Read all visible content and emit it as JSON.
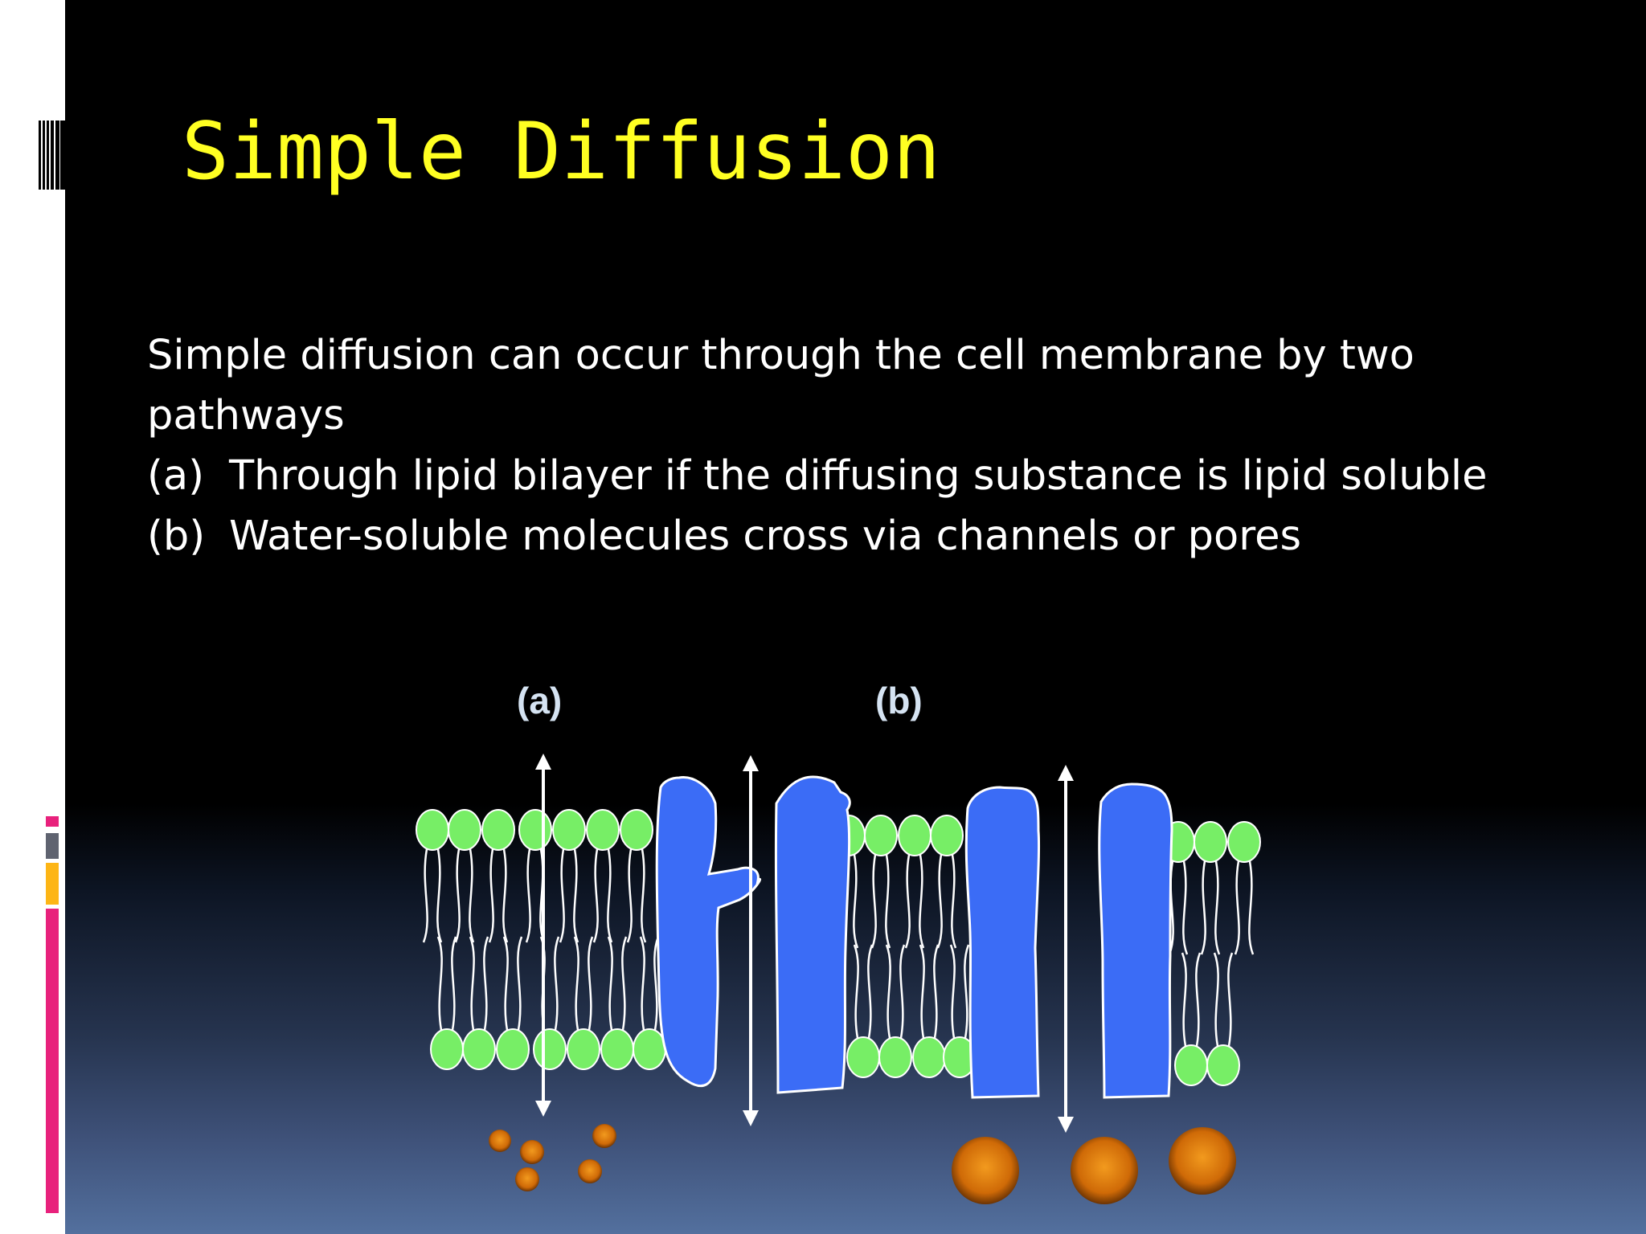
{
  "slide": {
    "title": "Simple Diffusion",
    "intro_line1": "Simple diffusion can occur through the cell membrane by two",
    "intro_line2": "pathways",
    "points": [
      {
        "marker": "(a)",
        "text": "Through lipid bilayer if the diffusing substance is lipid soluble"
      },
      {
        "marker": "(b)",
        "text": "Water-soluble molecules cross via channels or pores"
      }
    ]
  },
  "diagram": {
    "label_a": "(a)",
    "label_b": "(b)"
  },
  "colors": {
    "title": "#ffff22",
    "text": "#ffffff",
    "lipid_head": "#77ee66",
    "protein": "#3b6cf6",
    "molecule": "#d06a08",
    "accent_red": "#e8217c",
    "accent_gray": "#5f6370",
    "accent_orange": "#fdb515"
  }
}
